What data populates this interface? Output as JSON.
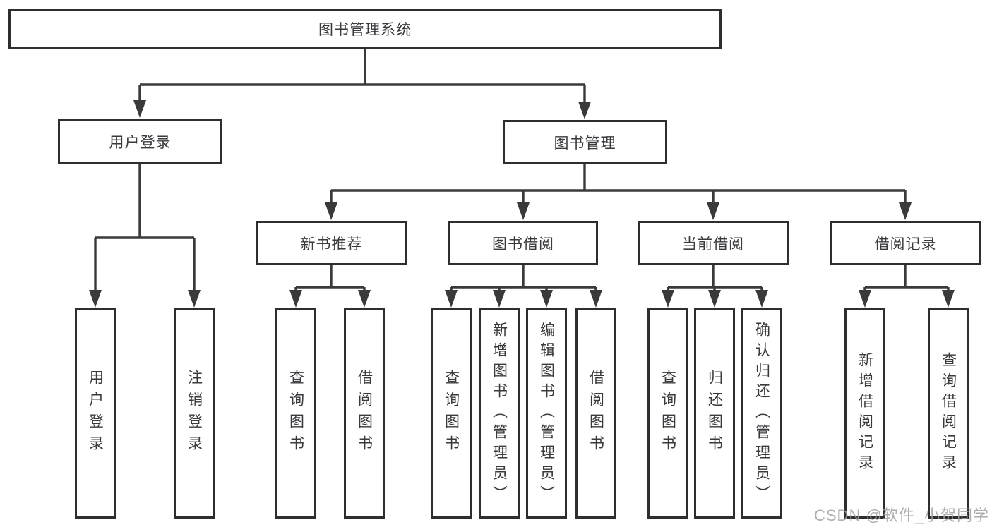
{
  "diagram": {
    "title_node": {
      "label": "图书管理系统"
    },
    "branches": [
      {
        "label": "用户登录",
        "children_labels": [
          "用户登录",
          "注销登录"
        ]
      },
      {
        "label": "图书管理"
      }
    ],
    "modules": [
      {
        "label": "新书推荐",
        "leaves": [
          "查询图书",
          "借阅图书"
        ]
      },
      {
        "label": "图书借阅",
        "leaves": [
          "查询图书",
          "新增图书（管理员）",
          "编辑图书（管理员）",
          "借阅图书"
        ]
      },
      {
        "label": "当前借阅",
        "leaves": [
          "查询图书",
          "归还图书",
          "确认归还（管理员）"
        ]
      },
      {
        "label": "借阅记录",
        "leaves": [
          "新增借阅记录",
          "查询借阅记录"
        ]
      }
    ],
    "colors": {
      "line": "#3a3a3a",
      "border": "#2e2e2e",
      "text": "#3a3a3e"
    }
  },
  "watermark": {
    "text": "CSDN @软件_小贺同学",
    "color": "#a0a0a0"
  }
}
